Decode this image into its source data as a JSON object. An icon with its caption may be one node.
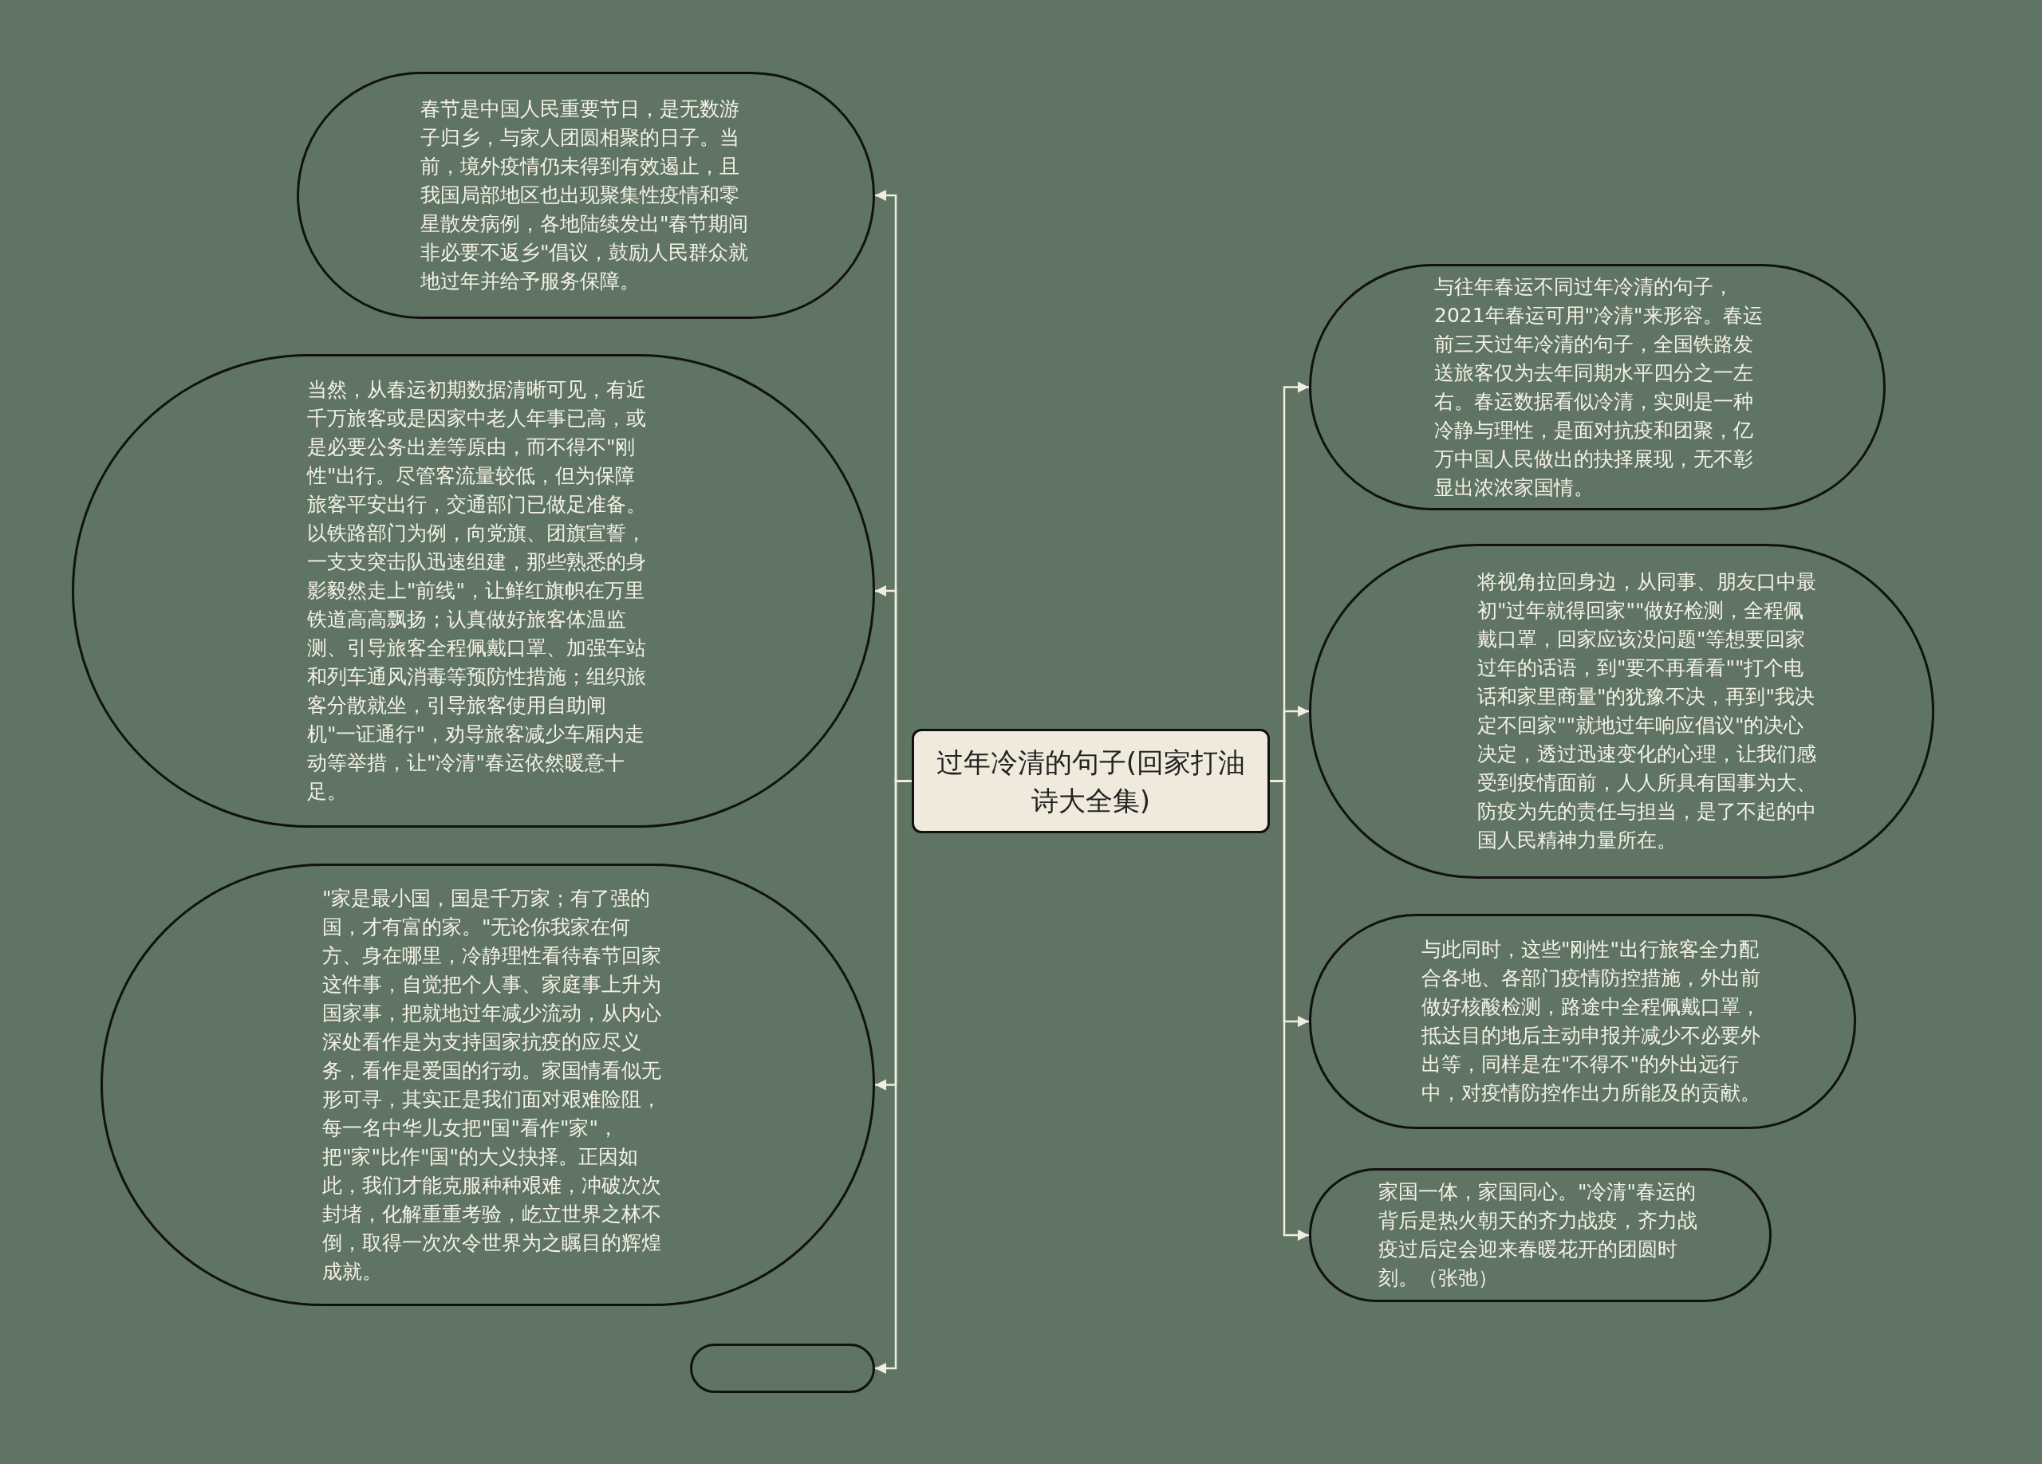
{
  "diagram": {
    "nodes": [
      {
        "text": [
          "过年冷清的句子(回家打油诗大全集)"
        ]
      },
      {
        "text": [
          "春节是中国人民重要节日，是无数游子归乡，与家人团圆相聚的日子。当前，境外疫情仍未得到有效遏止，且我国局部地区也出现聚集性疫情和零星散发病例，各地陆续发出\"春节期间非必要不返乡\"倡议，鼓励人民群众就地过年并给予服务保障。"
        ]
      },
      {
        "text": [
          "当然，从春运初期数据清晰可见，有近千万旅客或是因家中老人年事已高，或是必要公务出差等原由，而不得不\"刚性\"出行。尽管客流量较低，但为保障旅客平安出行，交通部门已做足准备。以铁路部门为例，向党旗、团旗宣誓，一支支突击队迅速组建，那些熟悉的身影毅然走上\"前线\"，让鲜红旗帜在万里铁道高高飘扬；认真做好旅客体温监测、引导旅客全程佩戴口罩、加强车站和列车通风消毒等预防性措施；组织旅客分散就坐，引导旅客使用自助闸机\"一证通行\"，劝导旅客减少车厢内走动等举措，让\"冷清\"春运依然暖意十足。"
        ]
      },
      {
        "text": [
          "\"家是最小国，国是千万家；有了强的国，才有富的家。\"无论你我家在何方、身在哪里，冷静理性看待春节回家这件事，自觉把个人事、家庭事上升为国家事，把就地过年减少流动，从内心深处看作是为支持国家抗疫的应尽义务，看作是爱国的行动。家国情看似无形可寻，其实正是我们面对艰难险阻，每一名中华儿女把\"国\"看作\"家\"，把\"家\"比作\"国\"的大义抉择。正因如此，我们才能克服种种艰难，冲破次次封堵，化解重重考验，屹立世界之林不倒，取得一次次令世界为之瞩目的辉煌成就。"
        ]
      },
      {
        "text": [],
        "shape": "box"
      },
      {
        "text": [
          "与往年春运不同过年冷清的句子，2021年春运可用\"冷清\"来形容。春运前三天过年冷清的句子，全国铁路发送旅客仅为去年同期水平四分之一左右。春运数据看似冷清，实则是一种冷静与理性，是面对抗疫和团聚，亿万中国人民做出的抉择展现，无不彰显出浓浓家国情。"
        ]
      },
      {
        "text": [
          "将视角拉回身边，从同事、朋友口中最初\"过年就得回家\"\"做好检测，全程佩戴口罩，回家应该没问题\"等想要回家过年的话语，到\"要不再看看\"\"打个电话和家里商量\"的犹豫不决，再到\"我决定不回家\"\"就地过年响应倡议\"的决心决定，透过迅速变化的心理，让我们感受到疫情面前，人人所具有国事为大、防疫为先的责任与担当，是了不起的中国人民精神力量所在。"
        ]
      },
      {
        "text": [
          "与此同时，这些\"刚性\"出行旅客全力配合各地、各部门疫情防控措施，外出前做好核酸检测，路途中全程佩戴口罩，抵达目的地后主动申报并减少不必要外出等，同样是在\"不得不\"的外出远行中，对疫情防控作出力所能及的贡献。"
        ]
      },
      {
        "text": [
          "家国一体，家国同心。\"冷清\"春运的背后是热火朝天的齐力战疫，齐力战疫过后定会迎来春暖花开的团圆时刻。（张弛）"
        ]
      }
    ],
    "edges": [
      {
        "from": 0,
        "to": 1,
        "arrow": "to"
      },
      {
        "from": 0,
        "to": 2,
        "arrow": "to"
      },
      {
        "from": 0,
        "to": 3,
        "arrow": "to"
      },
      {
        "from": 0,
        "to": 4,
        "arrow": "to"
      },
      {
        "from": 0,
        "to": 5,
        "arrow": "to"
      },
      {
        "from": 0,
        "to": 6,
        "arrow": "to"
      },
      {
        "from": 0,
        "to": 7,
        "arrow": "to"
      },
      {
        "from": 0,
        "to": 8,
        "arrow": "to"
      }
    ]
  }
}
